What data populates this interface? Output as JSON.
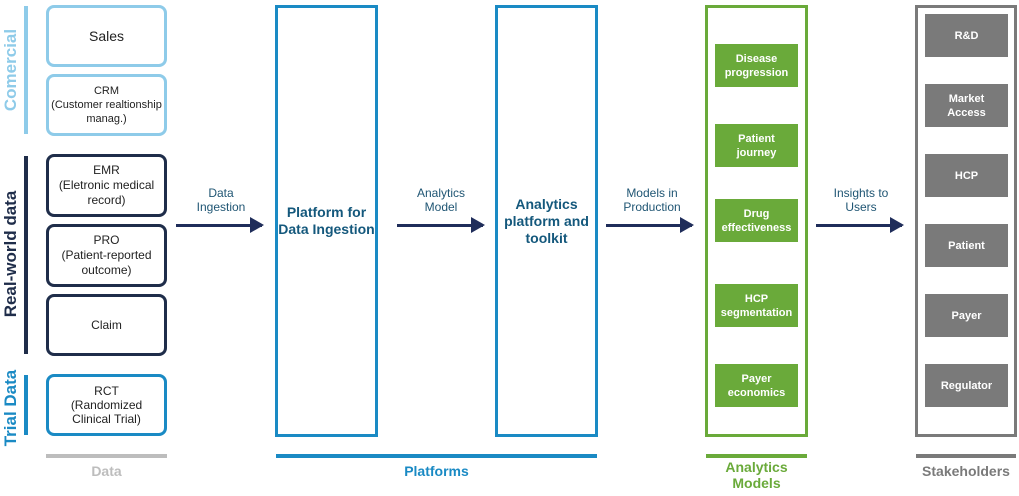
{
  "data_section": {
    "groups": [
      {
        "label": "Comercial",
        "color": "#8ecbe9"
      },
      {
        "label": "Real-world data",
        "color": "#1f2d4a"
      },
      {
        "label": "Trial Data",
        "color": "#1a8ac4"
      }
    ],
    "sources": [
      {
        "title": "Sales",
        "subtitle": ""
      },
      {
        "title": "CRM",
        "subtitle": "(Customer realtionship manag.)"
      },
      {
        "title": "EMR",
        "subtitle": "(Eletronic medical record)"
      },
      {
        "title": "PRO",
        "subtitle": "(Patient-reported outcome)"
      },
      {
        "title": "Claim",
        "subtitle": ""
      },
      {
        "title": "RCT",
        "subtitle": "(Randomized Clinical Trial)"
      }
    ],
    "footer": "Data",
    "footer_color": "#bdbdbd"
  },
  "arrows": [
    {
      "label": "Data Ingestion"
    },
    {
      "label": "Analytics Model"
    },
    {
      "label": "Models in Production"
    },
    {
      "label": "Insights to Users"
    }
  ],
  "platforms": {
    "items": [
      {
        "label": "Platform for Data Ingestion"
      },
      {
        "label": "Analytics platform and toolkit"
      }
    ],
    "footer": "Platforms",
    "color": "#1a8ac4"
  },
  "analytics_models": {
    "items": [
      "Disease progression",
      "Patient journey",
      "Drug effectiveness",
      "HCP segmentation",
      "Payer economics"
    ],
    "footer": "Analytics Models",
    "color": "#6aaa3a"
  },
  "stakeholders": {
    "items": [
      "R&D",
      "Market Access",
      "HCP",
      "Patient",
      "Payer",
      "Regulator"
    ],
    "footer": "Stakeholders",
    "color": "#7a7a7a"
  }
}
